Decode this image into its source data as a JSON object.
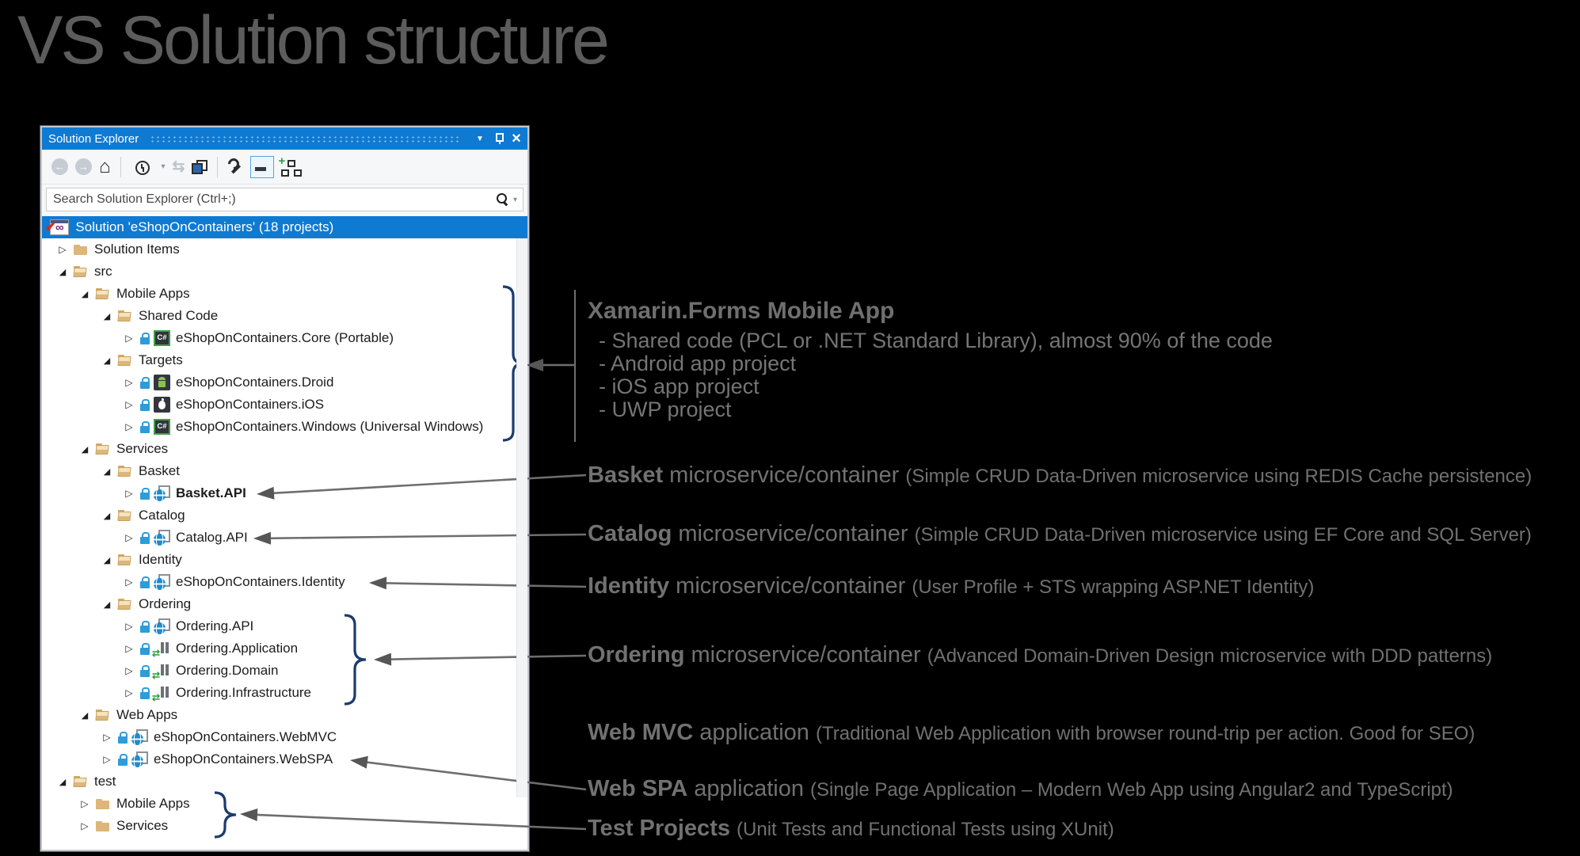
{
  "page_title": "VS Solution structure",
  "colors": {
    "accent_blue": "#0f7ad1",
    "background": "#000000",
    "annotation_gray": "#717171",
    "brace_navy": "#1c3b6e",
    "arrow_gray": "#6e6e6e",
    "folder_tan": "#dcb67a",
    "lock_blue": "#2e9cd8"
  },
  "panel": {
    "title": "Solution Explorer",
    "titlebar_icons": [
      "window-position-icon",
      "pin-icon",
      "close-icon"
    ],
    "toolbar_icons": [
      "back-icon",
      "forward-icon",
      "home-icon",
      "separator",
      "history-filter-icon",
      "dropdown-caret-icon",
      "sync-icon",
      "stacked-windows-icon",
      "separator",
      "wrench-properties-icon",
      "preview-selected-icon",
      "show-all-files-icon"
    ],
    "search": {
      "placeholder": "Search Solution Explorer (Ctrl+;)"
    },
    "tree": [
      {
        "label": "Solution 'eShopOnContainers' (18 projects)",
        "level": 0,
        "expander": "none",
        "icon": "solution",
        "selected": true,
        "checked": true
      },
      {
        "label": "Solution Items",
        "level": 1,
        "expander": "collapsed",
        "icon": "folder-closed"
      },
      {
        "label": "src",
        "level": 1,
        "expander": "expanded",
        "icon": "folder-open"
      },
      {
        "label": "Mobile Apps",
        "level": 2,
        "expander": "expanded",
        "icon": "folder-open"
      },
      {
        "label": "Shared Code",
        "level": 3,
        "expander": "expanded",
        "icon": "folder-open"
      },
      {
        "label": "eShopOnContainers.Core (Portable)",
        "level": 4,
        "expander": "collapsed",
        "icon": "csharp-project",
        "lock": true
      },
      {
        "label": "Targets",
        "level": 3,
        "expander": "expanded",
        "icon": "folder-open"
      },
      {
        "label": "eShopOnContainers.Droid",
        "level": 4,
        "expander": "collapsed",
        "icon": "android-project",
        "lock": true
      },
      {
        "label": "eShopOnContainers.iOS",
        "level": 4,
        "expander": "collapsed",
        "icon": "ios-project",
        "lock": true
      },
      {
        "label": "eShopOnContainers.Windows (Universal Windows)",
        "level": 4,
        "expander": "collapsed",
        "icon": "csharp-project",
        "lock": true
      },
      {
        "label": "Services",
        "level": 2,
        "expander": "expanded",
        "icon": "folder-open"
      },
      {
        "label": "Basket",
        "level": 3,
        "expander": "expanded",
        "icon": "folder-open"
      },
      {
        "label": "Basket.API",
        "level": 4,
        "expander": "collapsed",
        "icon": "web-project",
        "lock": true,
        "bold": true
      },
      {
        "label": "Catalog",
        "level": 3,
        "expander": "expanded",
        "icon": "folder-open"
      },
      {
        "label": "Catalog.API",
        "level": 4,
        "expander": "collapsed",
        "icon": "web-project",
        "lock": true
      },
      {
        "label": "Identity",
        "level": 3,
        "expander": "expanded",
        "icon": "folder-open"
      },
      {
        "label": "eShopOnContainers.Identity",
        "level": 4,
        "expander": "collapsed",
        "icon": "web-project",
        "lock": true
      },
      {
        "label": "Ordering",
        "level": 3,
        "expander": "expanded",
        "icon": "folder-open"
      },
      {
        "label": "Ordering.API",
        "level": 4,
        "expander": "collapsed",
        "icon": "web-project",
        "lock": true
      },
      {
        "label": "Ordering.Application",
        "level": 4,
        "expander": "collapsed",
        "icon": "library-project",
        "lock": true
      },
      {
        "label": "Ordering.Domain",
        "level": 4,
        "expander": "collapsed",
        "icon": "library-project",
        "lock": true
      },
      {
        "label": "Ordering.Infrastructure",
        "level": 4,
        "expander": "collapsed",
        "icon": "library-project",
        "lock": true
      },
      {
        "label": "Web Apps",
        "level": 2,
        "expander": "expanded",
        "icon": "folder-open"
      },
      {
        "label": "eShopOnContainers.WebMVC",
        "level": 3,
        "expander": "collapsed",
        "icon": "web-project",
        "lock": true
      },
      {
        "label": "eShopOnContainers.WebSPA",
        "level": 3,
        "expander": "collapsed",
        "icon": "web-project",
        "lock": true
      },
      {
        "label": "test",
        "level": 1,
        "expander": "expanded",
        "icon": "folder-open"
      },
      {
        "label": "Mobile Apps",
        "level": 2,
        "expander": "collapsed",
        "icon": "folder-closed"
      },
      {
        "label": "Services",
        "level": 2,
        "expander": "collapsed",
        "icon": "folder-closed"
      }
    ]
  },
  "annotations": {
    "xamarin": {
      "title": "Xamarin.Forms Mobile App",
      "bullets": [
        "- Shared code (PCL or .NET Standard Library), almost 90% of the code",
        "- Android app project",
        "- iOS app project",
        "- UWP project"
      ]
    },
    "items": [
      {
        "id": "basket",
        "lead": "Basket",
        "mid": " microservice/container ",
        "detail": "(Simple CRUD Data-Driven microservice using REDIS Cache persistence)"
      },
      {
        "id": "catalog",
        "lead": "Catalog",
        "mid": " microservice/container ",
        "detail": "(Simple CRUD Data-Driven microservice using EF Core and SQL Server)"
      },
      {
        "id": "identity",
        "lead": "Identity",
        "mid": " microservice/container ",
        "detail": "(User Profile + STS wrapping ASP.NET Identity)"
      },
      {
        "id": "ordering",
        "lead": "Ordering",
        "mid": " microservice/container ",
        "detail": "(Advanced Domain-Driven Design microservice with DDD patterns)"
      },
      {
        "id": "webmvc",
        "lead": "Web MVC",
        "mid": " application ",
        "detail": "(Traditional Web Application with browser round-trip per action. Good for SEO)"
      },
      {
        "id": "webspa",
        "lead": "Web SPA",
        "mid": " application ",
        "detail": "(Single Page Application – Modern Web App using Angular2 and TypeScript)"
      },
      {
        "id": "test",
        "lead": "Test Projects",
        "mid": " ",
        "detail": "(Unit Tests and Functional Tests using XUnit)"
      }
    ]
  }
}
